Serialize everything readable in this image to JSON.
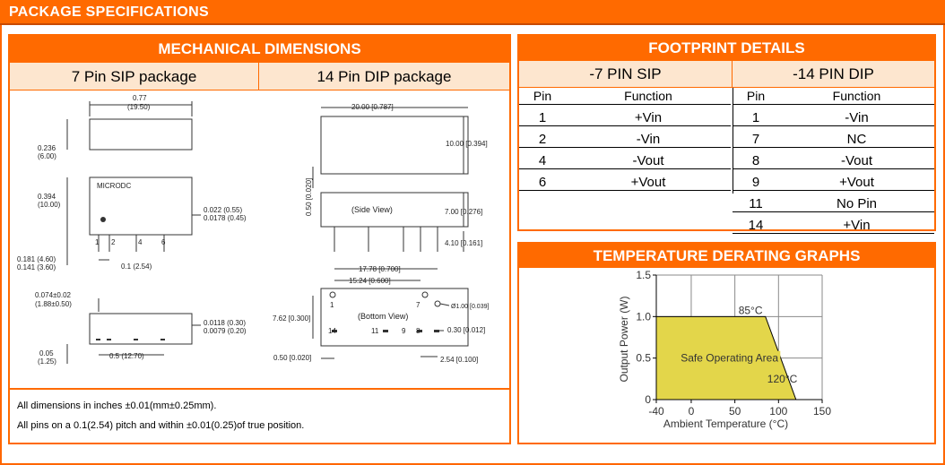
{
  "page_title": "PACKAGE SPECIFICATIONS",
  "mechanical": {
    "title": "MECHANICAL DIMENSIONS",
    "col1": "7 Pin SIP package",
    "col2": "14 Pin DIP package",
    "sip": {
      "top_width_in": "0.77",
      "top_width_mm": "(19.50)",
      "thickness_in": "0.236",
      "thickness_mm": "(6.00)",
      "height_in": "0.394",
      "height_mm": "(10.00)",
      "brand": "MICRODC",
      "pin_dia1": "0.022 (0.55)",
      "pin_dia2": "0.0178 (0.45)",
      "pin_labels": [
        "1",
        "2",
        "4",
        "6"
      ],
      "pin_len1": "0.181 (4.60)",
      "pin_len2": "0.141 (3.60)",
      "pitch": "0.1 (2.54)",
      "offset1": "0.074±0.02",
      "offset2": "(1.88±0.50)",
      "pin_thk1": "0.0118 (0.30)",
      "pin_thk2": "0.0079 (0.20)",
      "bottom_gap1": "0.05",
      "bottom_gap2": "(1.25)",
      "span": "0.5 (12.70)"
    },
    "dip": {
      "width": "20.00 [0.787]",
      "depth": "10.00 [0.394]",
      "standoff": "0.50 [0.020]",
      "side_view": "(Side View)",
      "body_h": "7.00 [0.276]",
      "pin_len": "4.10 [0.161]",
      "row_span1": "17.78 [0.700]",
      "row_span2": "15.24 [0.600]",
      "pin_dia": "Ø1.00 [0.039]",
      "row_gap": "7.62 [0.300]",
      "bottom_view": "(Bottom View)",
      "pin_w": "0.30 [0.012]",
      "edge": "0.50 [0.020]",
      "pitch": "2.54 [0.100]",
      "pin_nums": [
        "1",
        "7",
        "14",
        "11",
        "9",
        "8"
      ]
    },
    "notes": [
      "All dimensions in inches ±0.01(mm±0.25mm).",
      "All pins on a 0.1(2.54) pitch and within ±0.01(0.25)of true position."
    ]
  },
  "footprint": {
    "title": "FOOTPRINT DETAILS",
    "col1": "-7 PIN SIP",
    "col2": "-14 PIN DIP",
    "hdr_pin": "Pin",
    "hdr_func": "Function",
    "sip_rows": [
      {
        "pin": "1",
        "func": "+Vin"
      },
      {
        "pin": "2",
        "func": "-Vin"
      },
      {
        "pin": "4",
        "func": "-Vout"
      },
      {
        "pin": "6",
        "func": "+Vout"
      }
    ],
    "dip_rows": [
      {
        "pin": "1",
        "func": "-Vin"
      },
      {
        "pin": "7",
        "func": "NC"
      },
      {
        "pin": "8",
        "func": "-Vout"
      },
      {
        "pin": "9",
        "func": "+Vout"
      },
      {
        "pin": "11",
        "func": "No Pin"
      },
      {
        "pin": "14",
        "func": "+Vin"
      }
    ]
  },
  "temperature": {
    "title": "TEMPERATURE DERATING GRAPHS",
    "chart_data": {
      "type": "area",
      "xlabel": "Ambient Temperature (°C)",
      "ylabel": "Output Power (W)",
      "xlim": [
        -40,
        150
      ],
      "ylim": [
        0,
        1.5
      ],
      "x_ticks": [
        "-40",
        "0",
        "50",
        "100",
        "150"
      ],
      "y_ticks": [
        "0",
        "0.5",
        "1.0",
        "1.5"
      ],
      "grid": true,
      "series": [
        {
          "x": [
            -40,
            85,
            120
          ],
          "y": [
            1.0,
            1.0,
            0
          ]
        }
      ],
      "annotations": [
        "85°C",
        "120°C",
        "Safe Operating Area"
      ],
      "fill_color": "#e3d64a"
    }
  },
  "colors": {
    "accent": "#ff6a00",
    "subheader": "#fde6cf"
  }
}
